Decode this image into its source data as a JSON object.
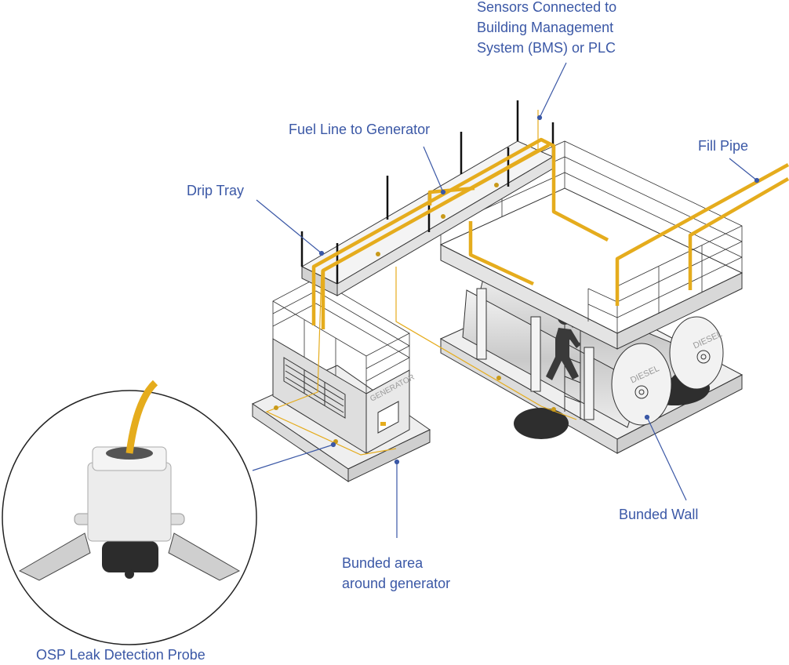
{
  "labels": {
    "sensors": [
      "Sensors Connected to",
      "Building Management",
      "System (BMS) or PLC"
    ],
    "fuel_line": "Fuel Line to Generator",
    "drip_tray": "Drip Tray",
    "fill_pipe": "Fill Pipe",
    "bunded_wall": "Bunded Wall",
    "bunded_area": [
      "Bunded area",
      "around generator"
    ],
    "probe": "OSP Leak Detection Probe"
  },
  "equipment_text": {
    "generator": "GENERATOR",
    "tank1": "DIESEL",
    "tank2": "DIESEL"
  },
  "colors": {
    "label": "#3b58a6",
    "pipe": "#e5ac1d",
    "outline": "#333333",
    "concrete": "#e6e6e6"
  }
}
